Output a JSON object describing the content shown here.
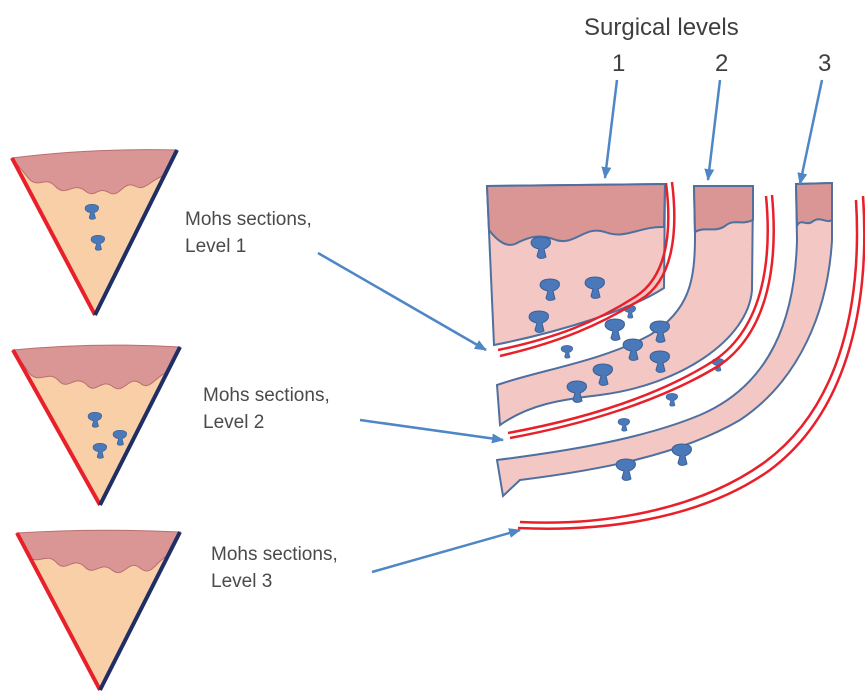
{
  "header": {
    "title": "Surgical levels",
    "levels": [
      "1",
      "2",
      "3"
    ]
  },
  "sections": [
    {
      "line1": "Mohs sections,",
      "line2": "Level 1"
    },
    {
      "line1": "Mohs sections,",
      "line2": "Level 2"
    },
    {
      "line1": "Mohs sections,",
      "line2": "Level 3"
    }
  ],
  "colors": {
    "epidermis": "#d99694",
    "dermis": "#f2c7c4",
    "subcutis": "#f9cfa8",
    "margin_red": "#e8202a",
    "margin_navy": "#1f2f66",
    "outline": "#4f6f9f",
    "tumor": "#4a78b8",
    "arrow": "#4f86c6"
  }
}
